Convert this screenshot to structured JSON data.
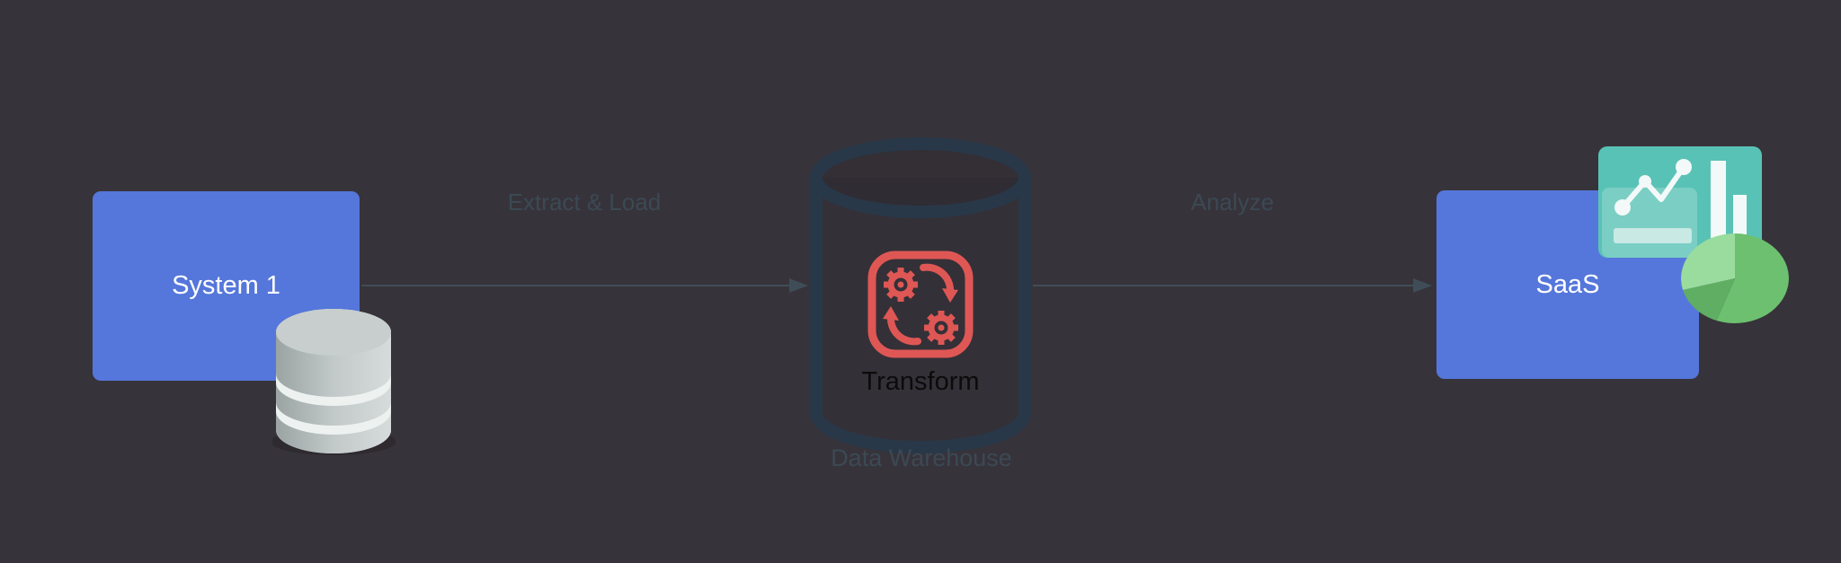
{
  "diagram": {
    "nodes": {
      "system1": {
        "label": "System 1"
      },
      "data_warehouse": {
        "label": "Data Warehouse",
        "inner_label": "Transform"
      },
      "saas": {
        "label": "SaaS"
      }
    },
    "edges": {
      "extract_load": {
        "label": "Extract & Load",
        "from": "System 1",
        "to": "Data Warehouse"
      },
      "analyze": {
        "label": "Analyze",
        "from": "Data Warehouse",
        "to": "SaaS"
      }
    },
    "icons": [
      "database-icon",
      "data-warehouse-cylinder-icon",
      "transform-gears-icon",
      "analytics-chart-icon",
      "line-chart-icon",
      "bar-chart-icon",
      "pie-chart-icon"
    ]
  },
  "colors": {
    "bg": "#37333A",
    "node_blue": "#5577DB",
    "node_text": "#FFFFFF",
    "edge_label": "#3B4954",
    "line": "#3F4D58",
    "cylinder_stroke": "#283849",
    "transform_red": "#DE5755",
    "transform_text": "#0B0B0B",
    "db_white": "#EDF2F1",
    "db_dark": "#9AA4A3",
    "db_mid": "#C2C9C8",
    "db_light": "#D6DCDB",
    "db_top": "#C7CECD",
    "teal_base": "#59C2B6",
    "teal_panel": "#7BCEC4",
    "teal_band": "#C8E9E4",
    "icon_white": "#F2F9F8",
    "pie_main": "#6CC06F",
    "pie_dark": "#5FAE63",
    "pie_light": "#9ADC9D"
  }
}
